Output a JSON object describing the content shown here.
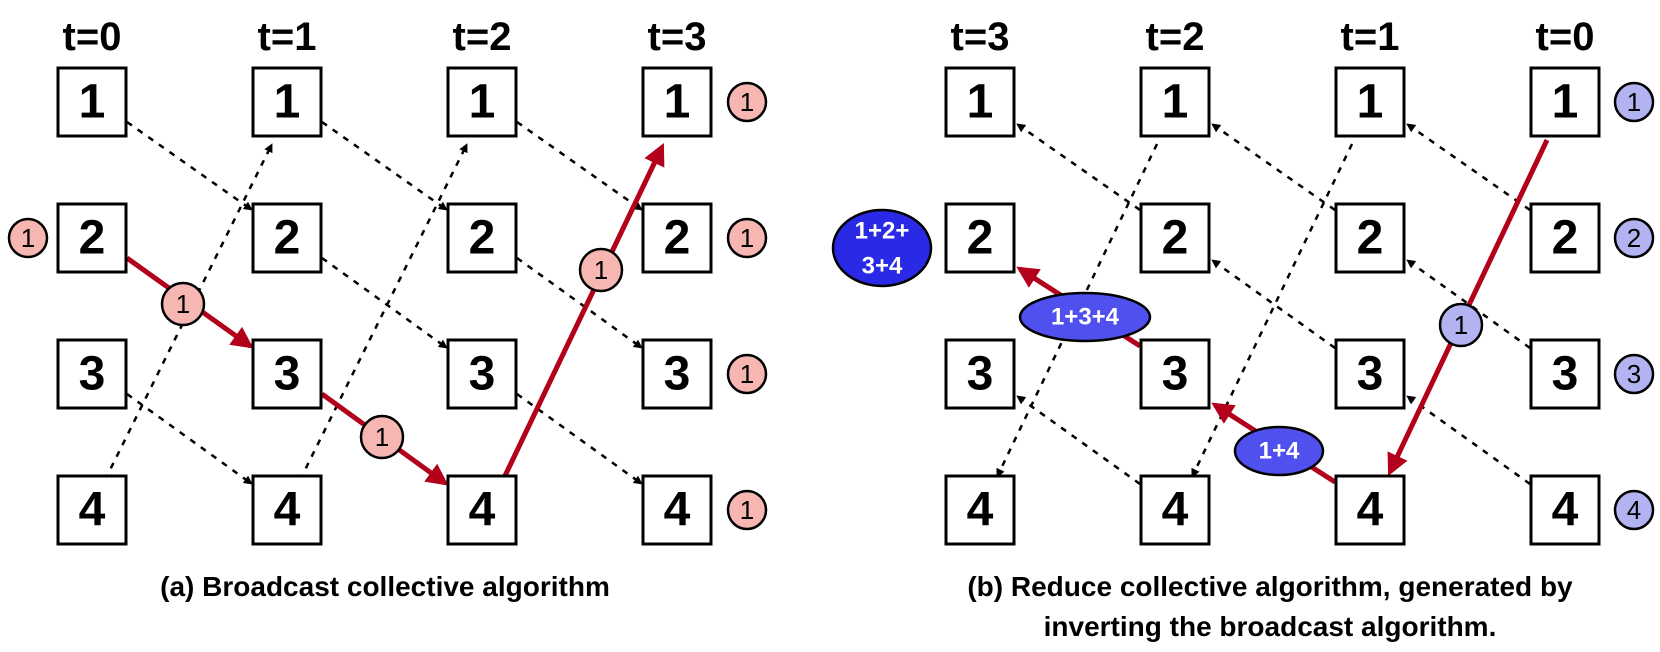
{
  "colors": {
    "transfer_arrow": "#b3001b",
    "broadcast_badge": "#f6b6b2",
    "reduce_badge": "#b3b3f2",
    "reduce_partial": "#5050ee",
    "reduce_final": "#2a2ae6"
  },
  "panel_a": {
    "time_headers": [
      "t=0",
      "t=1",
      "t=2",
      "t=3"
    ],
    "node_labels": [
      "1",
      "2",
      "3",
      "4"
    ],
    "side_badges": {
      "t0_node2": "1",
      "t3_node1": "1",
      "t3_node2": "1",
      "t3_node3": "1",
      "t3_node4": "1"
    },
    "transfer_badges": [
      "1",
      "1",
      "1"
    ],
    "caption": "(a) Broadcast collective algorithm"
  },
  "panel_b": {
    "time_headers": [
      "t=3",
      "t=2",
      "t=1",
      "t=0"
    ],
    "node_labels": [
      "1",
      "2",
      "3",
      "4"
    ],
    "side_badges": [
      "1",
      "2",
      "3",
      "4"
    ],
    "transfer_badge": "1",
    "partial_sums": {
      "first": "1+4",
      "second": "1+3+4",
      "result_line1": "1+2+",
      "result_line2": "3+4"
    },
    "caption_line1": "(b) Reduce collective algorithm, generated by",
    "caption_line2": "inverting the broadcast algorithm."
  }
}
